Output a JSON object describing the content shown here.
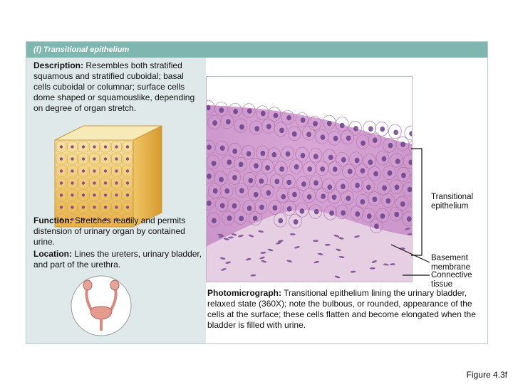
{
  "header": {
    "title": "(f)  Transitional epithelium"
  },
  "description": {
    "label": "Description:",
    "text": " Resembles both stratified squamous and stratified cuboidal; basal cells cuboidal or columnar; surface cells dome shaped or squamouslike, depending on degree of organ stretch."
  },
  "function": {
    "label": "Function:",
    "text": " Stretches readily and permits distension of urinary organ by contained urine."
  },
  "location": {
    "label": "Location:",
    "text": " Lines the ureters, urinary bladder, and part of the urethra."
  },
  "callouts": {
    "transitional": "Transitional epithelium",
    "basement": "Basement membrane",
    "connective": "Connective tissue"
  },
  "caption": {
    "label": "Photomicrograph:",
    "text": " Transitional epithelium lining the urinary bladder, relaxed state (360X); note the bulbous, or rounded, appearance of the cells at the surface; these cells flatten and become elongated when the bladder is filled with urine."
  },
  "figure_label": "Figure 4.3f",
  "colors": {
    "header": "#7fb7b0",
    "left_panel": "#dfe9e9",
    "tissue_pink": "#c98fc8",
    "nucleus": "#6a3f8a"
  }
}
